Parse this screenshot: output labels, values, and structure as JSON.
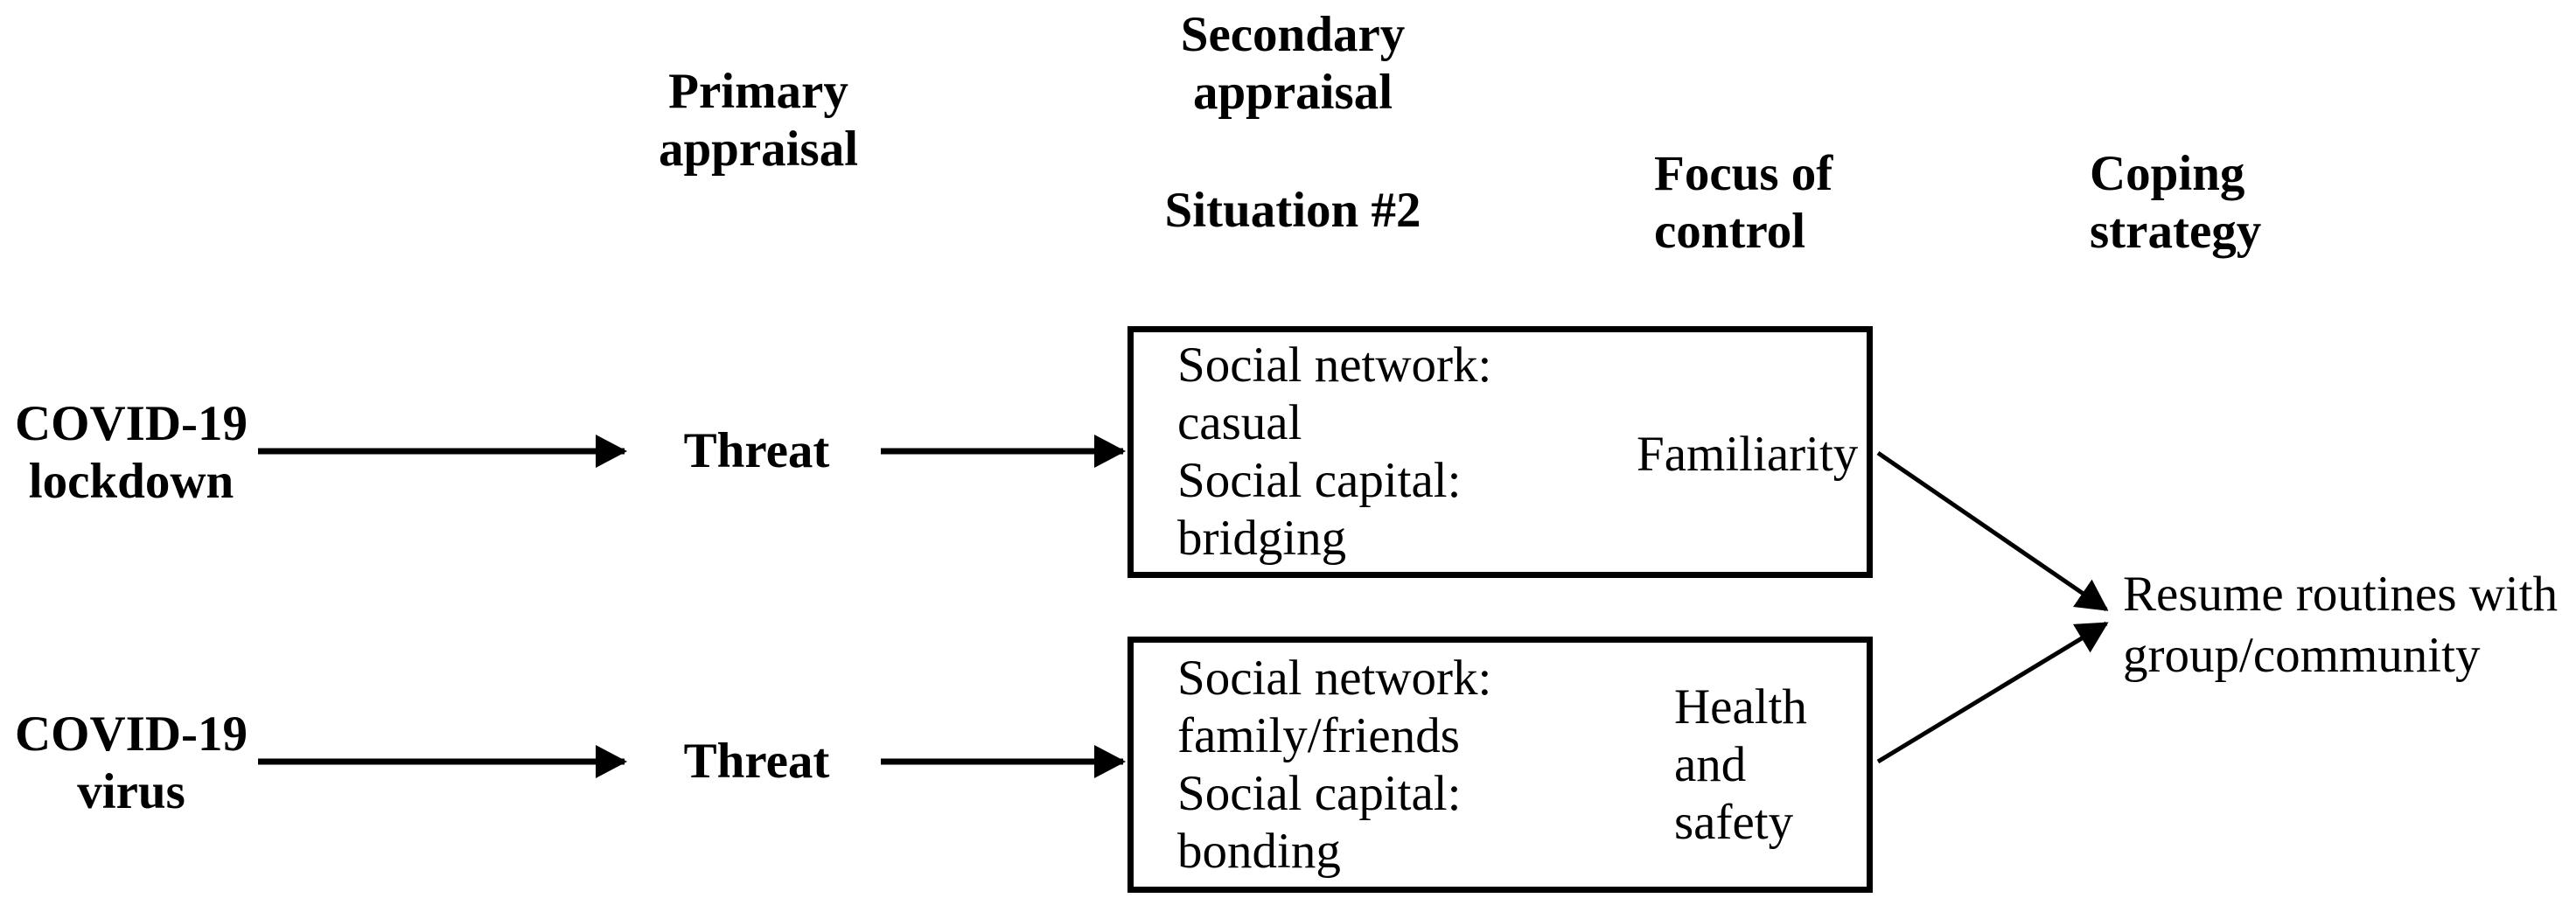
{
  "columns": {
    "primary": "Primary\nappraisal",
    "secondary": "Secondary\nappraisal",
    "situation": "Situation #2",
    "focus": "Focus of\ncontrol",
    "coping": "Coping\nstrategy"
  },
  "rows": [
    {
      "stressor": "COVID-19\nlockdown",
      "appraisal": "Threat",
      "situation_details": "Social network:\ncasual\nSocial capital:\nbridging",
      "focus_of_control": "Familiarity"
    },
    {
      "stressor": "COVID-19\nvirus",
      "appraisal": "Threat",
      "situation_details": "Social network:\nfamily/friends\nSocial capital:\nbonding",
      "focus_of_control": "Health\nand\nsafety"
    }
  ],
  "outcome": "Resume routines with\ngroup/community",
  "colors": {
    "text": "#000000",
    "background": "#ffffff",
    "line": "#000000"
  }
}
